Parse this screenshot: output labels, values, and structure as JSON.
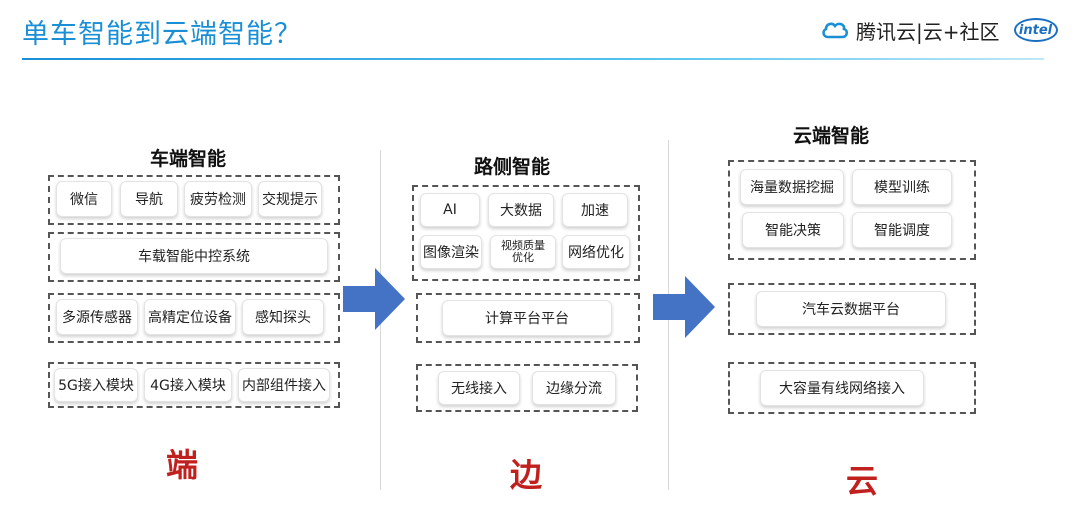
{
  "header": {
    "title": "单车智能到云端智能？",
    "brand_name": "腾讯云|云+社区",
    "intel_logo": "intel",
    "accent_color": "#1a8fd6"
  },
  "columns": {
    "vehicle": {
      "title": "车端智能",
      "row1": [
        "微信",
        "导航",
        "疲劳检测",
        "交规提示"
      ],
      "row2": "车载智能中控系统",
      "row3": [
        "多源传感器",
        "高精定位设备",
        "感知探头"
      ],
      "row4": [
        "5G接入模块",
        "4G接入模块",
        "内部组件接入"
      ],
      "label": "端"
    },
    "edge": {
      "title": "路侧智能",
      "row1": [
        "AI",
        "大数据",
        "加速"
      ],
      "row2": [
        "图像渲染",
        "视频质量\n优化",
        "网络优化"
      ],
      "platform": "计算平台平台",
      "access": [
        "无线接入",
        "边缘分流"
      ],
      "label": "边"
    },
    "cloud": {
      "title": "云端智能",
      "row1": [
        "海量数据挖掘",
        "模型训练"
      ],
      "row2": [
        "智能决策",
        "智能调度"
      ],
      "platform": "汽车云数据平台",
      "access": "大容量有线网络接入",
      "label": "云"
    }
  },
  "colors": {
    "arrow": "#4472c4",
    "label_red": "#c0201e"
  }
}
